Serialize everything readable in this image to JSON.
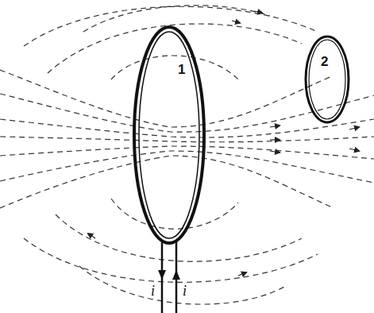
{
  "diagram": {
    "labels": [
      "1",
      "2",
      "i",
      "i"
    ]
  }
}
